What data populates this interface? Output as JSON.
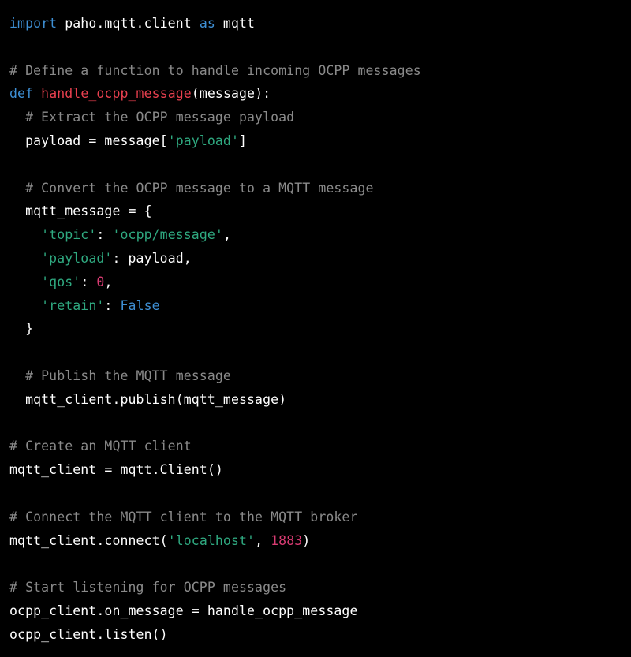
{
  "code_block": {
    "language": "python",
    "colors": {
      "background": "#000000",
      "text": "#ffffff",
      "keyword": "#3e8fd4",
      "function": "#e9404f",
      "comment": "#8a8a8a",
      "string": "#2fa980",
      "number": "#d83b72"
    },
    "lines": [
      [
        {
          "t": "kw",
          "v": "import"
        },
        {
          "t": "",
          "v": " paho.mqtt.client "
        },
        {
          "t": "kw",
          "v": "as"
        },
        {
          "t": "",
          "v": " mqtt"
        }
      ],
      [],
      [
        {
          "t": "cm",
          "v": "# Define a function to handle incoming OCPP messages"
        }
      ],
      [
        {
          "t": "kw",
          "v": "def"
        },
        {
          "t": "",
          "v": " "
        },
        {
          "t": "fn",
          "v": "handle_ocpp_message"
        },
        {
          "t": "",
          "v": "(message):"
        }
      ],
      [
        {
          "t": "cm",
          "v": "  # Extract the OCPP message payload"
        }
      ],
      [
        {
          "t": "",
          "v": "  payload = message["
        },
        {
          "t": "st",
          "v": "'payload'"
        },
        {
          "t": "",
          "v": "]"
        }
      ],
      [],
      [
        {
          "t": "cm",
          "v": "  # Convert the OCPP message to a MQTT message"
        }
      ],
      [
        {
          "t": "",
          "v": "  mqtt_message = {"
        }
      ],
      [
        {
          "t": "",
          "v": "    "
        },
        {
          "t": "st",
          "v": "'topic'"
        },
        {
          "t": "",
          "v": ": "
        },
        {
          "t": "st",
          "v": "'ocpp/message'"
        },
        {
          "t": "",
          "v": ","
        }
      ],
      [
        {
          "t": "",
          "v": "    "
        },
        {
          "t": "st",
          "v": "'payload'"
        },
        {
          "t": "",
          "v": ": payload,"
        }
      ],
      [
        {
          "t": "",
          "v": "    "
        },
        {
          "t": "st",
          "v": "'qos'"
        },
        {
          "t": "",
          "v": ": "
        },
        {
          "t": "nm",
          "v": "0"
        },
        {
          "t": "",
          "v": ","
        }
      ],
      [
        {
          "t": "",
          "v": "    "
        },
        {
          "t": "st",
          "v": "'retain'"
        },
        {
          "t": "",
          "v": ": "
        },
        {
          "t": "bl",
          "v": "False"
        }
      ],
      [
        {
          "t": "",
          "v": "  }"
        }
      ],
      [],
      [
        {
          "t": "cm",
          "v": "  # Publish the MQTT message"
        }
      ],
      [
        {
          "t": "",
          "v": "  mqtt_client.publish(mqtt_message)"
        }
      ],
      [],
      [
        {
          "t": "cm",
          "v": "# Create an MQTT client"
        }
      ],
      [
        {
          "t": "",
          "v": "mqtt_client = mqtt.Client()"
        }
      ],
      [],
      [
        {
          "t": "cm",
          "v": "# Connect the MQTT client to the MQTT broker"
        }
      ],
      [
        {
          "t": "",
          "v": "mqtt_client.connect("
        },
        {
          "t": "st",
          "v": "'localhost'"
        },
        {
          "t": "",
          "v": ", "
        },
        {
          "t": "nm",
          "v": "1883"
        },
        {
          "t": "",
          "v": ")"
        }
      ],
      [],
      [
        {
          "t": "cm",
          "v": "# Start listening for OCPP messages"
        }
      ],
      [
        {
          "t": "",
          "v": "ocpp_client.on_message = handle_ocpp_message"
        }
      ],
      [
        {
          "t": "",
          "v": "ocpp_client.listen()"
        }
      ]
    ]
  }
}
